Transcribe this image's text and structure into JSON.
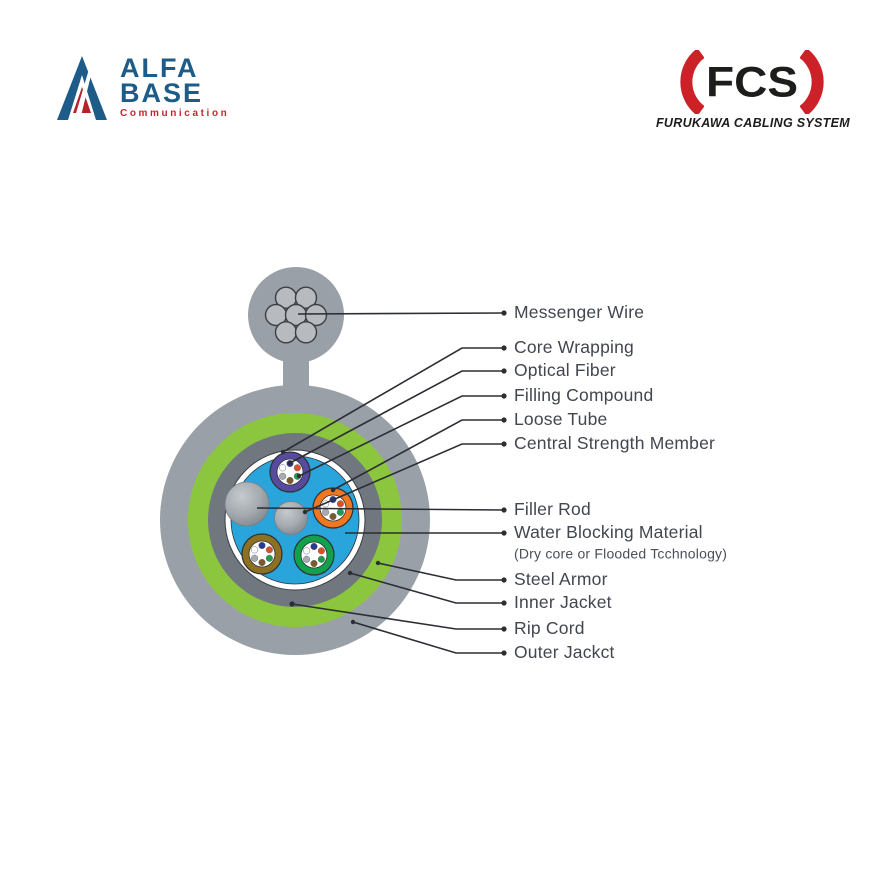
{
  "header": {
    "alfa_base": {
      "name_line1": "ALFA",
      "name_line2": "BASE",
      "tagline": "Communication"
    },
    "fcs": {
      "acronym": "FCS",
      "tagline": "FURUKAWA CABLING SYSTEM"
    }
  },
  "diagram": {
    "labels": [
      {
        "text": "Messenger Wire"
      },
      {
        "text": "Core Wrapping"
      },
      {
        "text": "Optical Fiber"
      },
      {
        "text": "Filling Compound"
      },
      {
        "text": "Loose Tube"
      },
      {
        "text": "Central Strength Member"
      },
      {
        "text": "Filler Rod"
      },
      {
        "text": "Water Blocking Material"
      },
      {
        "text": "(Dry core or Flooded Tcchnology)"
      },
      {
        "text": "Steel Armor"
      },
      {
        "text": "Inner Jacket"
      },
      {
        "text": "Rip Cord"
      },
      {
        "text": "Outer Jackct"
      }
    ],
    "colors": {
      "outer_jacket_gray": "#99a0a7",
      "steel_armor_green": "#8cc63e",
      "inner_jacket_gray": "#70777e",
      "core_wrap_white": "#ffffff",
      "water_blocking_blue": "#2aa5dc",
      "strand_gray": "#b7bbc0",
      "tube_purple": "#584b9e",
      "tube_orange": "#f0761f",
      "tube_olive": "#8d7022",
      "tube_green": "#12a14b",
      "leader_line": "#2b2e33",
      "label_text": "#41464f",
      "logo_navy": "#1d5c88",
      "logo_red": "#b6222b",
      "fcs_red": "#cc2127",
      "fcs_black": "#1d1d1b"
    },
    "fiber_colors": [
      "#2b3a8e",
      "#dd4f27",
      "#1d9b4f",
      "#7d5a28",
      "#a8acb1",
      "#ffffff"
    ]
  }
}
